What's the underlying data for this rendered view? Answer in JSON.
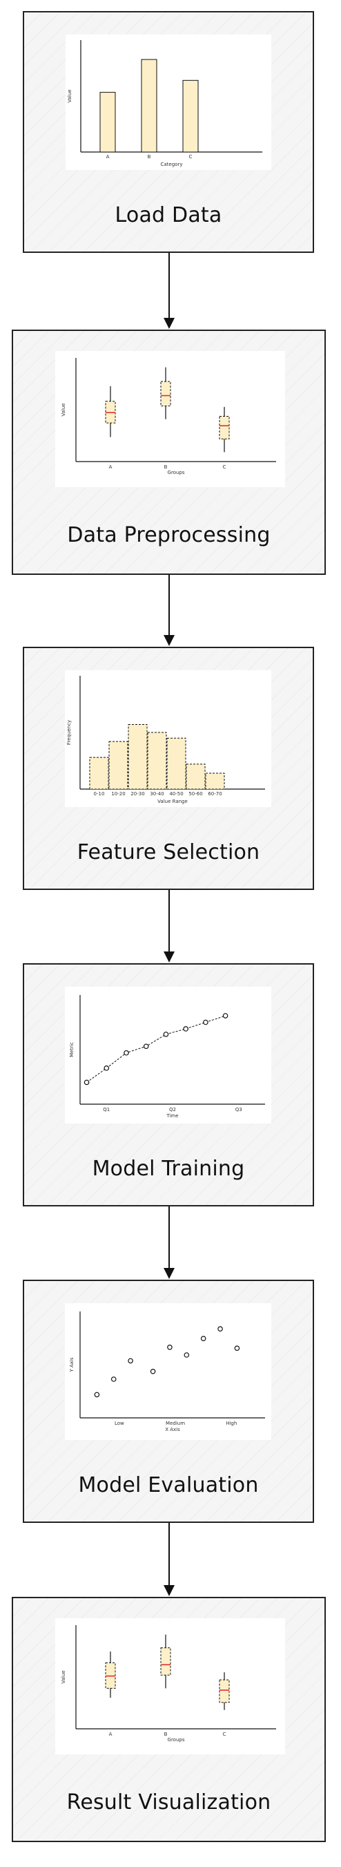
{
  "steps": [
    {
      "id": "load-data",
      "label": "Load Data"
    },
    {
      "id": "data-preprocessing",
      "label": "Data Preprocessing"
    },
    {
      "id": "feature-selection",
      "label": "Feature Selection"
    },
    {
      "id": "model-training",
      "label": "Model Training"
    },
    {
      "id": "model-evaluation",
      "label": "Model Evaluation"
    },
    {
      "id": "result-visualization",
      "label": "Result Visualization"
    }
  ],
  "colors": {
    "bar_fill": "#fdf0c8",
    "median": "#e03030",
    "stroke": "#111111",
    "panel_bg": "#ffffff",
    "card_bg": "#f5f5f5"
  },
  "chart_data": [
    {
      "type": "bar",
      "categories": [
        "A",
        "B",
        "C"
      ],
      "values": [
        40,
        62,
        48
      ],
      "ylim": [
        0,
        75
      ],
      "xlabel": "Category",
      "ylabel": "Value"
    },
    {
      "type": "box",
      "categories": [
        "A",
        "B",
        "C"
      ],
      "boxes": [
        {
          "min": 26,
          "q1": 41,
          "median": 52,
          "q3": 64,
          "max": 80
        },
        {
          "min": 45,
          "q1": 59,
          "median": 70,
          "q3": 85,
          "max": 100
        },
        {
          "min": 10,
          "q1": 24,
          "median": 38,
          "q3": 48,
          "max": 58
        }
      ],
      "ylim": [
        0,
        110
      ],
      "xlabel": "Groups",
      "ylabel": "Value"
    },
    {
      "type": "bar",
      "categories": [
        "0-10",
        "10-20",
        "20-30",
        "30-40",
        "40-50",
        "50-60",
        "60-70"
      ],
      "values": [
        28,
        42,
        57,
        50,
        45,
        22,
        14
      ],
      "ylim": [
        0,
        100
      ],
      "xlabel": "Value Range",
      "ylabel": "Frequency"
    },
    {
      "type": "line",
      "x": [
        "Q1",
        "Q2",
        "Q3"
      ],
      "points": [
        {
          "x": 0.7,
          "y": 20
        },
        {
          "x": 1.0,
          "y": 33
        },
        {
          "x": 1.3,
          "y": 47
        },
        {
          "x": 1.6,
          "y": 53
        },
        {
          "x": 1.9,
          "y": 64
        },
        {
          "x": 2.2,
          "y": 69
        },
        {
          "x": 2.5,
          "y": 75
        },
        {
          "x": 2.8,
          "y": 81
        }
      ],
      "ylim": [
        0,
        100
      ],
      "xlim": [
        0.6,
        3.4
      ],
      "xlabel": "Time",
      "ylabel": "Metric"
    },
    {
      "type": "scatter",
      "categories": [
        "Low",
        "Medium",
        "High"
      ],
      "points": [
        {
          "x": 0.6,
          "y": 24
        },
        {
          "x": 0.9,
          "y": 40
        },
        {
          "x": 1.2,
          "y": 59
        },
        {
          "x": 1.6,
          "y": 48
        },
        {
          "x": 1.9,
          "y": 73
        },
        {
          "x": 2.2,
          "y": 65
        },
        {
          "x": 2.5,
          "y": 82
        },
        {
          "x": 2.8,
          "y": 92
        },
        {
          "x": 3.1,
          "y": 72
        }
      ],
      "ylim": [
        0,
        110
      ],
      "xlim": [
        0.3,
        3.6
      ],
      "xlabel": "X Axis",
      "ylabel": "Y Axis"
    },
    {
      "type": "box",
      "categories": [
        "A",
        "B",
        "C"
      ],
      "boxes": [
        {
          "min": 33,
          "q1": 43,
          "median": 56,
          "q3": 70,
          "max": 82
        },
        {
          "min": 43,
          "q1": 57,
          "median": 68,
          "q3": 86,
          "max": 100
        },
        {
          "min": 20,
          "q1": 28,
          "median": 41,
          "q3": 52,
          "max": 60
        }
      ],
      "ylim": [
        0,
        110
      ],
      "xlabel": "Groups",
      "ylabel": "Value"
    }
  ]
}
